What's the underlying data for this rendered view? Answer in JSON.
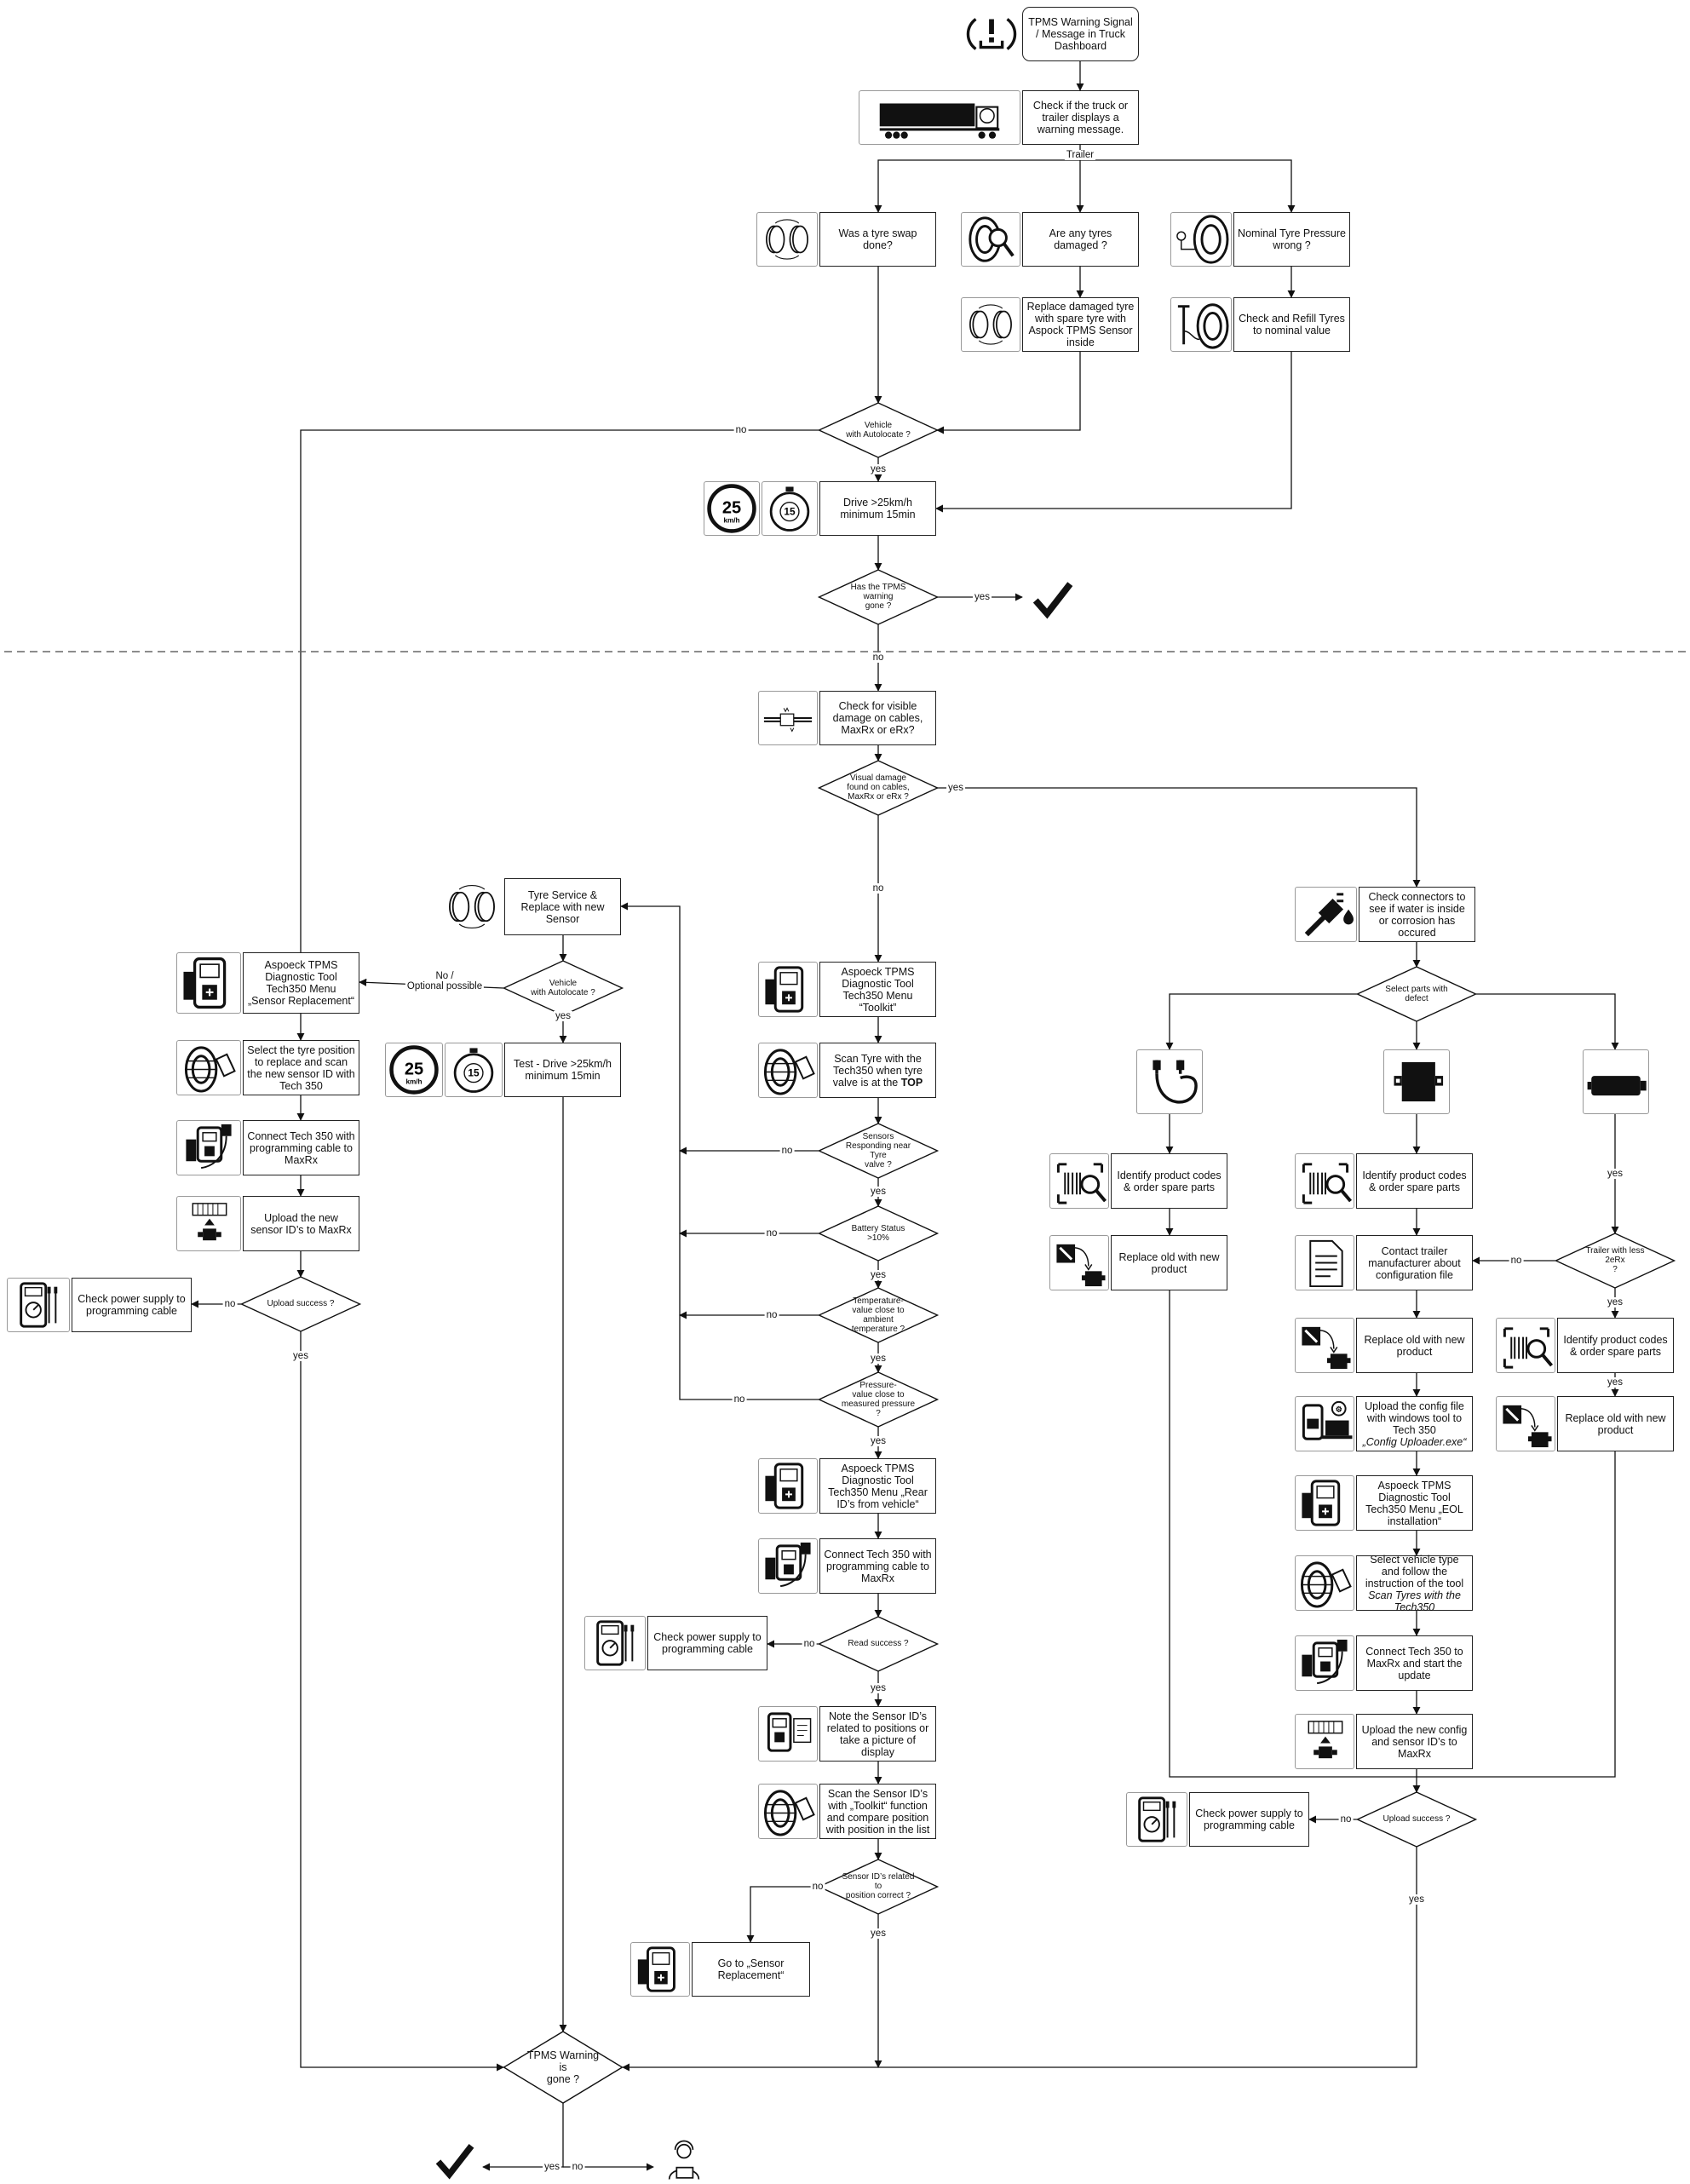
{
  "boxes": {
    "start": "TPMS Warning Signal / Message in Truck Dashboard",
    "check_truck": "Check if the truck or trailer displays a warning message.",
    "tyre_swap": "Was a tyre swap done?",
    "tyres_damaged": "Are any tyres damaged ?",
    "pressure_wrong": "Nominal Tyre Pressure wrong ?",
    "replace_damaged": "Replace damaged tyre with spare tyre with Aspock TPMS Sensor inside",
    "refill": "Check and Refill Tyres to nominal value",
    "drive": "Drive >25km/h minimum 15min",
    "check_cables": "Check for visible damage on cables, MaxRx or eRx?",
    "tyre_service": "Tyre Service & Replace with new Sensor",
    "test_drive": "Test - Drive >25km/h minimum 15min",
    "l_tool": "Aspoeck TPMS Diagnostic Tool Tech350 Menu „Sensor Replacement“",
    "l_select": "Select the tyre position to replace and scan the new sensor ID with Tech 350",
    "l_connect": "Connect Tech 350 with programming cable to MaxRx",
    "l_upload": "Upload the new sensor ID’s to MaxRx",
    "l_power": "Check power supply to programming cable",
    "m_tool": "Aspoeck TPMS Diagnostic Tool Tech350 Menu “Toolkit”",
    "m_scan_pre": "Scan Tyre with the Tech350 when tyre valve is at the ",
    "m_scan_bold": "TOP",
    "m_tool2": "Aspoeck TPMS Diagnostic Tool Tech350 Menu „Rear ID’s from vehicle“",
    "m_connect": "Connect Tech 350 with programming cable to MaxRx",
    "m_power": "Check power supply to programming cable",
    "m_note": "Note the Sensor ID’s related to positions or take a picture of display",
    "m_scan2": "Scan the Sensor ID’s with „Toolkit“ function and compare position with position in the list",
    "goto_sensor": "Go to „Sensor Replacement“",
    "check_connectors": "Check connectors to see if water is inside or corrosion has occured",
    "r1_identify": "Identify product codes & order spare parts",
    "r1_replace": "Replace old with new product",
    "r2_identify": "Identify product codes & order spare parts",
    "r2_contact": "Contact trailer manufacturer about configuration file",
    "r2_replace": "Replace old with new product",
    "r2_upload_pre": "Upload the config file with windows tool to Tech 350",
    "r2_upload_it": "„Config Uploader.exe“",
    "r2_tool": "Aspoeck TPMS Diagnostic Tool Tech350 Menu „EOL installation“",
    "r2_select_pre": "Select vehicle type and follow the instruction of the tool",
    "r2_select_it": "Scan Tyres with the Tech350",
    "r2_connect": "Connect Tech 350 to MaxRx and start the update",
    "r2_upload2": "Upload the new config and sensor ID’s to MaxRx",
    "r3_identify": "Identify product codes & order spare parts",
    "r3_replace": "Replace old with new product",
    "r_power": "Check power supply to programming cable"
  },
  "diamonds": {
    "autolocate": "Vehicle\nwith Autolocate ?",
    "warning_gone": "Has the TPMS warning\ngone ?",
    "visual_damage": "Visual damage\nfound on cables,\nMaxRx or eRx ?",
    "autolocate2": "Vehicle\nwith Autolocate ?",
    "upload_left": "Upload success ?",
    "sensors": "Sensors\nResponding near Tyre\nvalve ?",
    "battery": "Battery Status >10%",
    "temperature": "Temperature-\nvalue close to ambient\ntemperature ?",
    "pressure": "Pressure-\nvalue close to\nmeasured pressure ?",
    "read": "Read success ?",
    "sensor_ids": "Sensor ID’s related to\nposition correct ?",
    "select_parts": "Select parts with\ndefect",
    "trailer_2rx": "Trailer with less 2eRx\n?",
    "upload_right": "Upload success ?",
    "final": "TPMS Warning is\ngone ?"
  },
  "labels": {
    "trailer": "Trailer",
    "no_autolocate": "no",
    "yes_autolocate": "yes",
    "yes_gone": "yes",
    "no_gone": "no",
    "yes_damage": "yes",
    "no_damage": "no",
    "no_optional": "No /\nOptional possible",
    "yes_autolocate2": "yes",
    "no_upload_left": "no",
    "yes_upload_left": "yes",
    "no_sensors": "no",
    "yes_sensors": "yes",
    "no_battery": "no",
    "yes_battery": "yes",
    "no_temp": "no",
    "yes_temp": "yes",
    "no_pressure": "no",
    "yes_pressure": "yes",
    "no_read": "no",
    "yes_read": "yes",
    "no_ids": "no",
    "yes_ids": "yes",
    "yes_r3": "yes",
    "no_2rx": "no",
    "yes_2rx": "yes",
    "yes_r3b": "yes",
    "no_upload_right": "no",
    "yes_upload_right": "yes",
    "yes_final": "yes",
    "no_final": "no"
  },
  "icons": {
    "tpms_warning": "tpms-warning-icon",
    "truck": "truck-icon",
    "tyre_swap": "tyre-swap-icon",
    "tyre_inspect": "tyre-inspection-icon",
    "pressure_gauge": "tyre-pressure-icon",
    "pump": "tyre-pump-icon",
    "speed": "speed-25-icon",
    "timer": "timer-15-icon",
    "check": "checkmark-icon",
    "cable": "cable-damage-icon",
    "tool": "tech350-tool-icon",
    "scan": "tyre-scan-icon",
    "connect": "programming-cable-icon",
    "upload": "upload-sensor-icon",
    "multimeter": "multimeter-icon",
    "note": "note-icon",
    "connector": "connector-water-icon",
    "barcode": "barcode-search-icon",
    "replace": "replace-part-icon",
    "document": "document-icon",
    "config": "config-upload-icon",
    "support": "support-icon",
    "cable_part": "cable-part-icon",
    "maxrx_part": "maxrx-part-icon",
    "erx_part": "erx-part-icon"
  }
}
